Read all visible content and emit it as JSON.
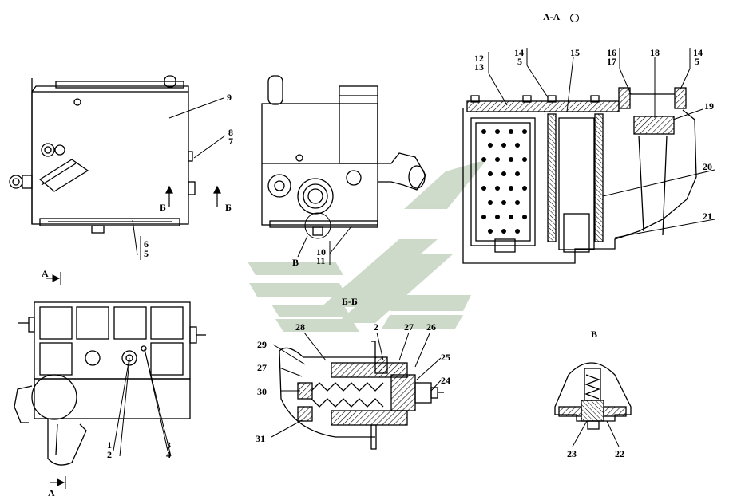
{
  "views": {
    "section_aa": "А-А",
    "section_bb": "Б-Б",
    "detail_b": "В",
    "arrow_a_top": "А",
    "arrow_a_bottom": "А",
    "arrow_b_left": "Б",
    "arrow_b_right": "Б",
    "detail_b_mark": "В"
  },
  "callouts": {
    "c1": "1",
    "c2": "2",
    "c3": "3",
    "c4": "4",
    "c5a": "5",
    "c6": "6",
    "c7": "7",
    "c8": "8",
    "c9": "9",
    "c10": "10",
    "c11": "11",
    "c12": "12",
    "c13": "13",
    "c14a": "14",
    "c5b": "5",
    "c15": "15",
    "c16": "16",
    "c17": "17",
    "c18": "18",
    "c14b": "14",
    "c5c": "5",
    "c19": "19",
    "c20": "20",
    "c21": "21",
    "c22": "22",
    "c23": "23",
    "c24": "24",
    "c25": "25",
    "c26": "26",
    "c27a": "27",
    "c2b": "2",
    "c28": "28",
    "c29": "29",
    "c27b": "27",
    "c30": "30",
    "c31": "31"
  },
  "colors": {
    "line": "#000000",
    "watermark": "#c9d6c4",
    "watermark_dark": "#b7c7b1"
  }
}
